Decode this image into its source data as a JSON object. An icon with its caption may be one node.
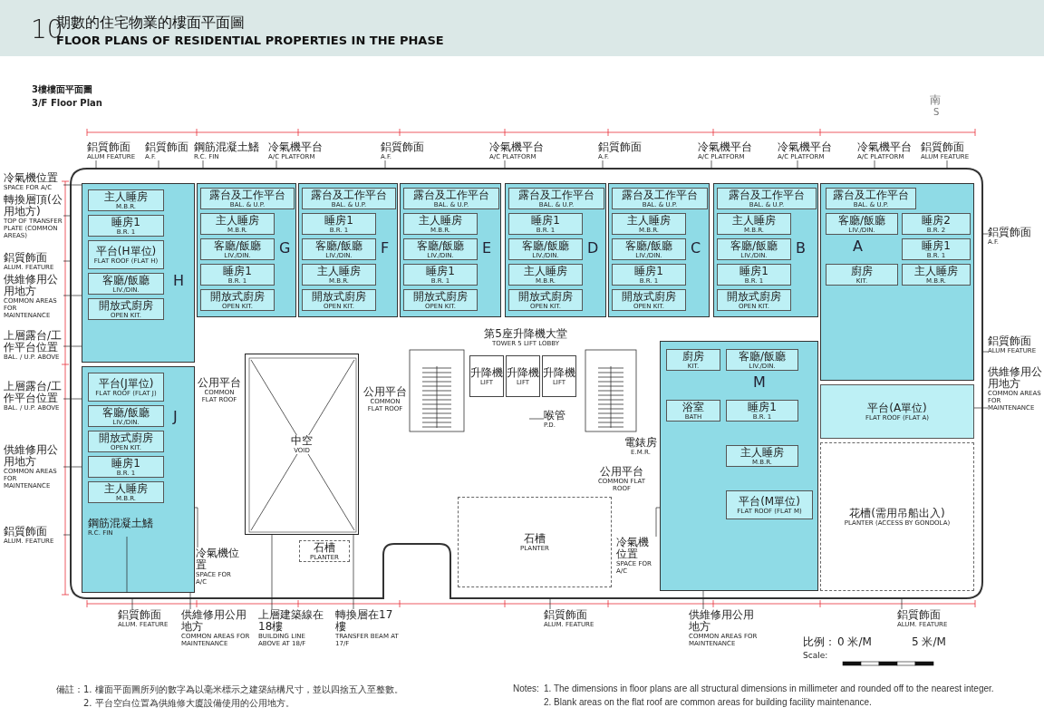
{
  "diagram": {
    "title": "期數的住宅物業的樓面平面圖",
    "nodes": [
      {
        "text": [
          "H"
        ]
      },
      {
        "text": [
          "主人睡房",
          "M.B.R."
        ],
        "in": 0
      },
      {
        "text": [
          "睡房1",
          "B.R. 1"
        ],
        "in": 0
      },
      {
        "text": [
          "平台(H單位)",
          "FLAT ROOF (FLAT H)"
        ],
        "in": 0
      },
      {
        "text": [
          "客廳/飯廳",
          "LIV./DIN."
        ],
        "in": 0
      },
      {
        "text": [
          "開放式廚房",
          "OPEN KIT."
        ],
        "in": 0
      },
      {
        "text": [
          "J"
        ]
      },
      {
        "text": [
          "平台(J單位)",
          "FLAT ROOF (FLAT J)"
        ],
        "in": 6
      },
      {
        "text": [
          "客廳/飯廳",
          "LIV./DIN."
        ],
        "in": 6
      },
      {
        "text": [
          "開放式廚房",
          "OPEN KIT."
        ],
        "in": 6
      },
      {
        "text": [
          "睡房1",
          "B.R. 1"
        ],
        "in": 6
      },
      {
        "text": [
          "主人睡房",
          "M.B.R."
        ],
        "in": 6
      },
      {
        "text": [
          "鋼筋混凝土鰭",
          "R.C. FIN"
        ],
        "in": 6
      },
      {
        "text": [
          "G"
        ]
      },
      {
        "text": [
          "露台及工作平台",
          "BAL. & U.P."
        ],
        "in": 13
      },
      {
        "text": [
          "主人睡房",
          "M.B.R."
        ],
        "in": 13
      },
      {
        "text": [
          "客廳/飯廳",
          "LIV./DIN."
        ],
        "in": 13
      },
      {
        "text": [
          "睡房1",
          "B.R. 1"
        ],
        "in": 13
      },
      {
        "text": [
          "開放式廚房",
          "OPEN KIT."
        ],
        "in": 13
      },
      {
        "text": [
          "F"
        ]
      },
      {
        "text": [
          "露台及工作平台",
          "BAL. & U.P."
        ],
        "in": 19
      },
      {
        "text": [
          "睡房1",
          "B.R. 1"
        ],
        "in": 19
      },
      {
        "text": [
          "客廳/飯廳",
          "LIV./DIN."
        ],
        "in": 19
      },
      {
        "text": [
          "主人睡房",
          "M.B.R."
        ],
        "in": 19
      },
      {
        "text": [
          "開放式廚房",
          "OPEN KIT."
        ],
        "in": 19
      },
      {
        "text": [
          "E"
        ]
      },
      {
        "text": [
          "露台及工作平台",
          "BAL. & U.P."
        ],
        "in": 25
      },
      {
        "text": [
          "主人睡房",
          "M.B.R."
        ],
        "in": 25
      },
      {
        "text": [
          "客廳/飯廳",
          "LIV./DIN."
        ],
        "in": 25
      },
      {
        "text": [
          "睡房1",
          "B.R. 1"
        ],
        "in": 25
      },
      {
        "text": [
          "開放式廚房",
          "OPEN KIT."
        ],
        "in": 25
      },
      {
        "text": [
          "D"
        ]
      },
      {
        "text": [
          "露台及工作平台",
          "BAL. & U.P."
        ],
        "in": 31
      },
      {
        "text": [
          "睡房1",
          "B.R. 1"
        ],
        "in": 31
      },
      {
        "text": [
          "客廳/飯廳",
          "LIV./DIN."
        ],
        "in": 31
      },
      {
        "text": [
          "主人睡房",
          "M.B.R."
        ],
        "in": 31
      },
      {
        "text": [
          "開放式廚房",
          "OPEN KIT."
        ],
        "in": 31
      },
      {
        "text": [
          "C"
        ]
      },
      {
        "text": [
          "露台及工作平台",
          "BAL. & U.P."
        ],
        "in": 37
      },
      {
        "text": [
          "主人睡房",
          "M.B.R."
        ],
        "in": 37
      },
      {
        "text": [
          "客廳/飯廳",
          "LIV./DIN."
        ],
        "in": 37
      },
      {
        "text": [
          "睡房1",
          "B.R. 1"
        ],
        "in": 37
      },
      {
        "text": [
          "開放式廚房",
          "OPEN KIT."
        ],
        "in": 37
      },
      {
        "text": [
          "B"
        ]
      },
      {
        "text": [
          "露台及工作平台",
          "BAL. & U.P."
        ],
        "in": 43
      },
      {
        "text": [
          "主人睡房",
          "M.B.R."
        ],
        "in": 43
      },
      {
        "text": [
          "客廳/飯廳",
          "LIV./DIN."
        ],
        "in": 43
      },
      {
        "text": [
          "睡房1",
          "B.R. 1"
        ],
        "in": 43
      },
      {
        "text": [
          "開放式廚房",
          "OPEN KIT."
        ],
        "in": 43
      },
      {
        "text": [
          "A"
        ]
      },
      {
        "text": [
          "露台及工作平台",
          "BAL. & U.P."
        ],
        "in": 49
      },
      {
        "text": [
          "客廳/飯廳",
          "LIV./DIN."
        ],
        "in": 49
      },
      {
        "text": [
          "睡房2",
          "B.R. 2"
        ],
        "in": 49
      },
      {
        "text": [
          "睡房1",
          "B.R. 1"
        ],
        "in": 49
      },
      {
        "text": [
          "主人睡房",
          "M.B.R."
        ],
        "in": 49
      },
      {
        "text": [
          "廚房",
          "KIT."
        ],
        "in": 49
      },
      {
        "text": [
          "平台(A單位)",
          "FLAT ROOF (FLAT A)"
        ]
      },
      {
        "text": [
          "花槽(需用吊船出入)",
          "PLANTER (ACCESS BY GONDOLA)"
        ]
      },
      {
        "text": [
          "M"
        ]
      },
      {
        "text": [
          "廚房",
          "KIT."
        ],
        "in": 58
      },
      {
        "text": [
          "客廳/飯廳",
          "LIV./DIN."
        ],
        "in": 58
      },
      {
        "text": [
          "浴室",
          "BATH"
        ],
        "in": 58
      },
      {
        "text": [
          "睡房1",
          "B.R. 1"
        ],
        "in": 58
      },
      {
        "text": [
          "主人睡房",
          "M.B.R."
        ],
        "in": 58
      },
      {
        "text": [
          "平台(M單位)",
          "FLAT ROOF (FLAT M)"
        ],
        "in": 58
      },
      {
        "text": [
          "第5座升降機大堂",
          "TOWER 5 LIFT LOBBY"
        ]
      },
      {
        "text": [
          "升降機",
          "LIFT"
        ]
      },
      {
        "text": [
          "升降機",
          "LIFT"
        ]
      },
      {
        "text": [
          "升降機",
          "LIFT"
        ]
      },
      {
        "text": [
          "公用平台",
          "COMMON FLAT ROOF"
        ]
      },
      {
        "text": [
          "中空",
          "VOID"
        ]
      },
      {
        "text": [
          "公用平台",
          "COMMON FLAT ROOF"
        ]
      },
      {
        "text": [
          "電錶房",
          "E.M.R."
        ]
      },
      {
        "text": [
          "公用平台",
          "COMMON FLAT ROOF"
        ]
      },
      {
        "text": [
          "石槽",
          "PLANTER"
        ]
      },
      {
        "text": [
          "石槽",
          "PLANTER"
        ]
      },
      {
        "text": [
          "鋁質飾面",
          "ALUM FEATURE"
        ]
      },
      {
        "text": [
          "冷氣機位置",
          "SPACE FOR A/C"
        ]
      },
      {
        "text": [
          "轉換層頂(公用地方)",
          "TOP OF TRANSFER PLATE (COMMON AREAS)"
        ]
      },
      {
        "text": [
          "鋁質飾面",
          "ALUM. FEATURE"
        ]
      },
      {
        "text": [
          "供維修用公用地方",
          "COMMON AREAS FOR MAINTENANCE"
        ]
      },
      {
        "text": [
          "上層露台/工作平台位置",
          "BAL. / U.P. ABOVE"
        ]
      },
      {
        "text": [
          "上層露台/工作平台位置",
          "BAL. / U.P. ABOVE"
        ]
      },
      {
        "text": [
          "供維修用公用地方",
          "COMMON AREAS FOR MAINTENANCE"
        ]
      },
      {
        "text": [
          "鋁質飾面",
          "ALUM. FEATURE"
        ]
      },
      {
        "text": [
          "鋁質飾面",
          "A.F."
        ]
      },
      {
        "text": [
          "鋼筋混凝土鰭",
          "R.C. FIN"
        ]
      },
      {
        "text": [
          "冷氣機平台",
          "A/C PLATFORM"
        ]
      },
      {
        "text": [
          "鋁質飾面",
          "A.F."
        ]
      },
      {
        "text": [
          "冷氣機平台",
          "A/C PLATFORM"
        ]
      },
      {
        "text": [
          "鋁質飾面",
          "A.F."
        ]
      },
      {
        "text": [
          "冷氣機平台",
          "A/C PLATFORM"
        ]
      },
      {
        "text": [
          "冷氣機平台",
          "A/C PLATFORM"
        ]
      },
      {
        "text": [
          "冷氣機平台",
          "A/C PLATFORM"
        ]
      },
      {
        "text": [
          "鋁質飾面",
          "ALUM FEATURE"
        ]
      },
      {
        "text": [
          "鋁質飾面",
          "A.F."
        ]
      },
      {
        "text": [
          "鋁質飾面",
          "ALUM FEATURE"
        ]
      },
      {
        "text": [
          "供維修用公用地方",
          "COMMON AREAS FOR MAINTENANCE"
        ]
      },
      {
        "text": [
          "冷氣機位置",
          "SPACE FOR A/C"
        ]
      },
      {
        "text": [
          "喉管",
          "P.D."
        ]
      },
      {
        "text": [
          "冷氣機位置",
          "SPACE FOR A/C"
        ]
      },
      {
        "text": [
          "鋁質飾面",
          "ALUM. FEATURE"
        ]
      },
      {
        "text": [
          "供維修用公用地方",
          "COMMON AREAS FOR MAINTENANCE"
        ]
      },
      {
        "text": [
          "上層建築線在18樓",
          "BUILDING LINE ABOVE AT 18/F"
        ]
      },
      {
        "text": [
          "轉換層在17樓",
          "TRANSFER BEAM AT 17/F"
        ]
      },
      {
        "text": [
          "鋁質飾面",
          "ALUM. FEATURE"
        ]
      },
      {
        "text": [
          "供維修用公用地方",
          "COMMON AREAS FOR MAINTENANCE"
        ]
      },
      {
        "text": [
          "鋁質飾面",
          "ALUM. FEATURE"
        ]
      }
    ],
    "edges": [
      {
        "from": 12,
        "to": 6,
        "arrow": "none"
      },
      {
        "from": 76,
        "to": null,
        "arrow": "none"
      },
      {
        "from": 77,
        "to": 0,
        "arrow": "none"
      },
      {
        "from": 78,
        "to": null,
        "arrow": "none"
      },
      {
        "from": 79,
        "to": null,
        "arrow": "none"
      },
      {
        "from": 80,
        "to": 0,
        "arrow": "none"
      },
      {
        "from": 81,
        "to": 0,
        "arrow": "none"
      },
      {
        "from": 82,
        "to": 6,
        "arrow": "none"
      },
      {
        "from": 83,
        "to": 6,
        "arrow": "none"
      },
      {
        "from": 84,
        "to": null,
        "arrow": "none"
      },
      {
        "from": 85,
        "to": null,
        "arrow": "none"
      },
      {
        "from": 86,
        "to": null,
        "arrow": "none"
      },
      {
        "from": 87,
        "to": null,
        "arrow": "none"
      },
      {
        "from": 88,
        "to": null,
        "arrow": "none"
      },
      {
        "from": 89,
        "to": null,
        "arrow": "none"
      },
      {
        "from": 90,
        "to": null,
        "arrow": "none"
      },
      {
        "from": 91,
        "to": null,
        "arrow": "none"
      },
      {
        "from": 92,
        "to": null,
        "arrow": "none"
      },
      {
        "from": 93,
        "to": null,
        "arrow": "none"
      },
      {
        "from": 94,
        "to": null,
        "arrow": "none"
      },
      {
        "from": 95,
        "to": null,
        "arrow": "none"
      },
      {
        "from": 96,
        "to": null,
        "arrow": "none"
      },
      {
        "from": 97,
        "to": 56,
        "arrow": "none"
      },
      {
        "from": 98,
        "to": 6,
        "arrow": "none"
      },
      {
        "from": 99,
        "to": null,
        "arrow": "none"
      },
      {
        "from": 100,
        "to": 58,
        "arrow": "none"
      },
      {
        "from": 101,
        "to": null,
        "arrow": "none"
      },
      {
        "from": 102,
        "to": 6,
        "arrow": "none"
      },
      {
        "from": 103,
        "to": 70,
        "arrow": "none"
      },
      {
        "from": 104,
        "to": 70,
        "arrow": "none"
      },
      {
        "from": 105,
        "to": null,
        "arrow": "none"
      },
      {
        "from": 106,
        "to": 58,
        "arrow": "none"
      },
      {
        "from": 107,
        "to": null,
        "arrow": "none"
      }
    ],
    "labels": [
      "10",
      "FLOOR PLANS OF RESIDENTIAL PROPERTIES IN THE PHASE",
      "3樓樓面平面圖",
      "3/F Floor Plan",
      "南",
      "S",
      "比例：",
      "0 米/M",
      "5 米/M",
      "Scale:",
      "備註：",
      "1. 樓面平面圖所列的數字為以毫米標示之建築結構尺寸，並以四捨五入至整數。",
      "2. 平台空白位置為供維修大廈設備使用的公用地方。",
      "Notes:",
      "1. The dimensions in floor plans are all structural dimensions in millimeter and rounded off to the nearest integer.",
      "2. Blank areas on the flat roof are common areas for building facility maintenance."
    ]
  }
}
